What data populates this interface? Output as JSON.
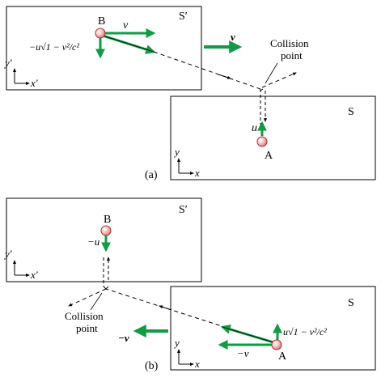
{
  "colors": {
    "green": "#119b45",
    "frame": "#000000",
    "ball": "#f2b6b6",
    "ballEdge": "#b03030"
  },
  "part_a": {
    "label": "(a)",
    "frame_S_prime": {
      "name": "S′",
      "axis_y": "y′",
      "axis_x": "x′",
      "ball": "B",
      "vel_label": "v",
      "vert_label": "−u√1 − v²/c²"
    },
    "frame_velocity_label": "v⃗",
    "collision_label": "Collision point",
    "frame_S": {
      "name": "S",
      "axis_y": "y",
      "axis_x": "x",
      "ball": "A",
      "vel_label": "u"
    }
  },
  "part_b": {
    "label": "(b)",
    "frame_S_prime": {
      "name": "S′",
      "axis_y": "y′",
      "axis_x": "x′",
      "ball": "B",
      "vel_label": "−u"
    },
    "frame_velocity_label": "−v⃗",
    "collision_label": "Collision point",
    "frame_S": {
      "name": "S",
      "axis_y": "y",
      "axis_x": "x",
      "ball": "A",
      "vel_label": "−v",
      "vert_label": "u√1 − v²/c²"
    }
  }
}
